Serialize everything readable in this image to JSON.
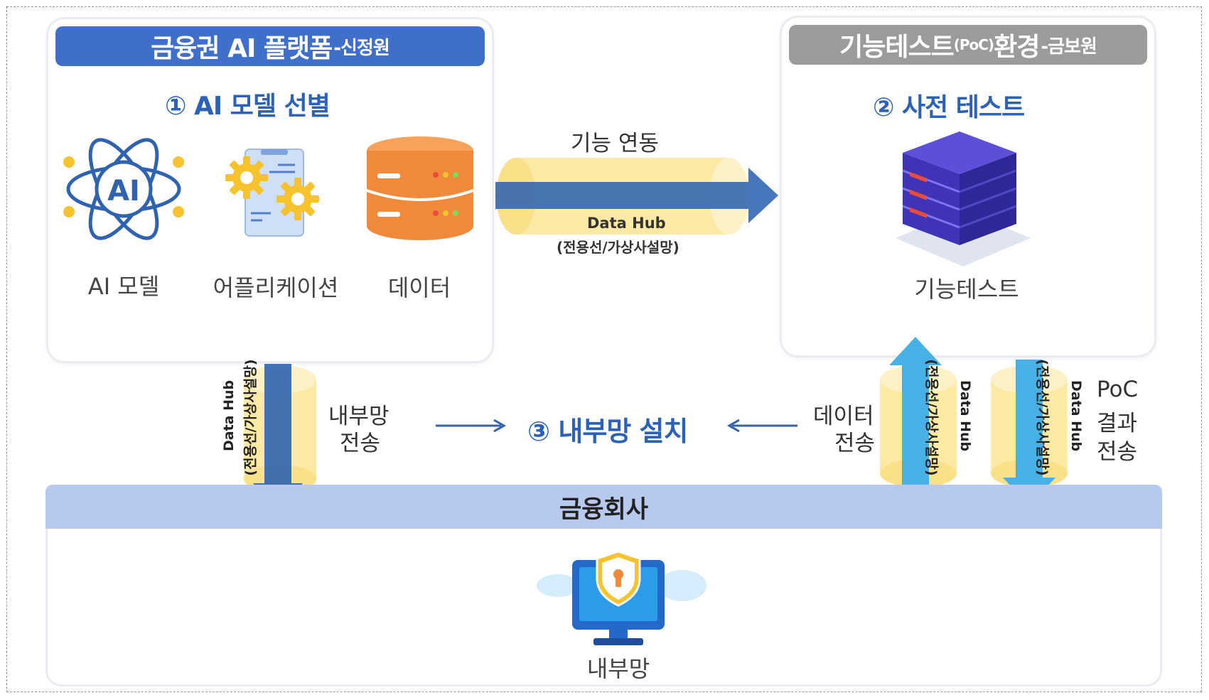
{
  "left_panel": {
    "header_main": "금융권 AI 플랫폼",
    "header_sub": "-신정원",
    "step": "① AI 모델 선별",
    "items": [
      {
        "icon": "ai-atom-icon",
        "label": "AI 모델"
      },
      {
        "icon": "application-gears-icon",
        "label": "어플리케이션"
      },
      {
        "icon": "database-icon",
        "label": "데이터"
      }
    ]
  },
  "right_panel": {
    "header_main_1": "기능테스트",
    "header_small": "(PoC)",
    "header_main_2": "환경",
    "header_sub": "-금보원",
    "step": "② 사전 테스트",
    "item": {
      "icon": "server-stack-icon",
      "label": "기능테스트"
    }
  },
  "top_link": {
    "label": "기능 연동",
    "hub_name": "Data Hub",
    "hub_note": "(전용선/가상사설망)"
  },
  "left_transfer": {
    "hub_name": "Data Hub",
    "hub_note": "(전용선/가상사설망)",
    "label_1": "내부망",
    "label_2": "전송"
  },
  "center": {
    "step": "③ 내부망 설치"
  },
  "data_transfer": {
    "label_1": "데이터",
    "label_2": "전송",
    "hub_name": "Data Hub",
    "hub_note": "(전용선/가상사설망)"
  },
  "poc_transfer": {
    "label_1": "PoC",
    "label_2": "결과",
    "label_3": "전송",
    "hub_name": "Data Hub",
    "hub_note": "(전용선/가상사설망)"
  },
  "company": {
    "title": "금융회사",
    "item": {
      "icon": "secure-monitor-icon",
      "label": "내부망"
    }
  },
  "colors": {
    "left_header": "#3f6fcb",
    "right_header": "#9b9b9b",
    "step_text": "#2b62b7",
    "arrow_dark": "#2f63b0",
    "arrow_light": "#47b1e6",
    "cylinder": "#fce9a4",
    "company_bar": "#b7c9ec"
  }
}
